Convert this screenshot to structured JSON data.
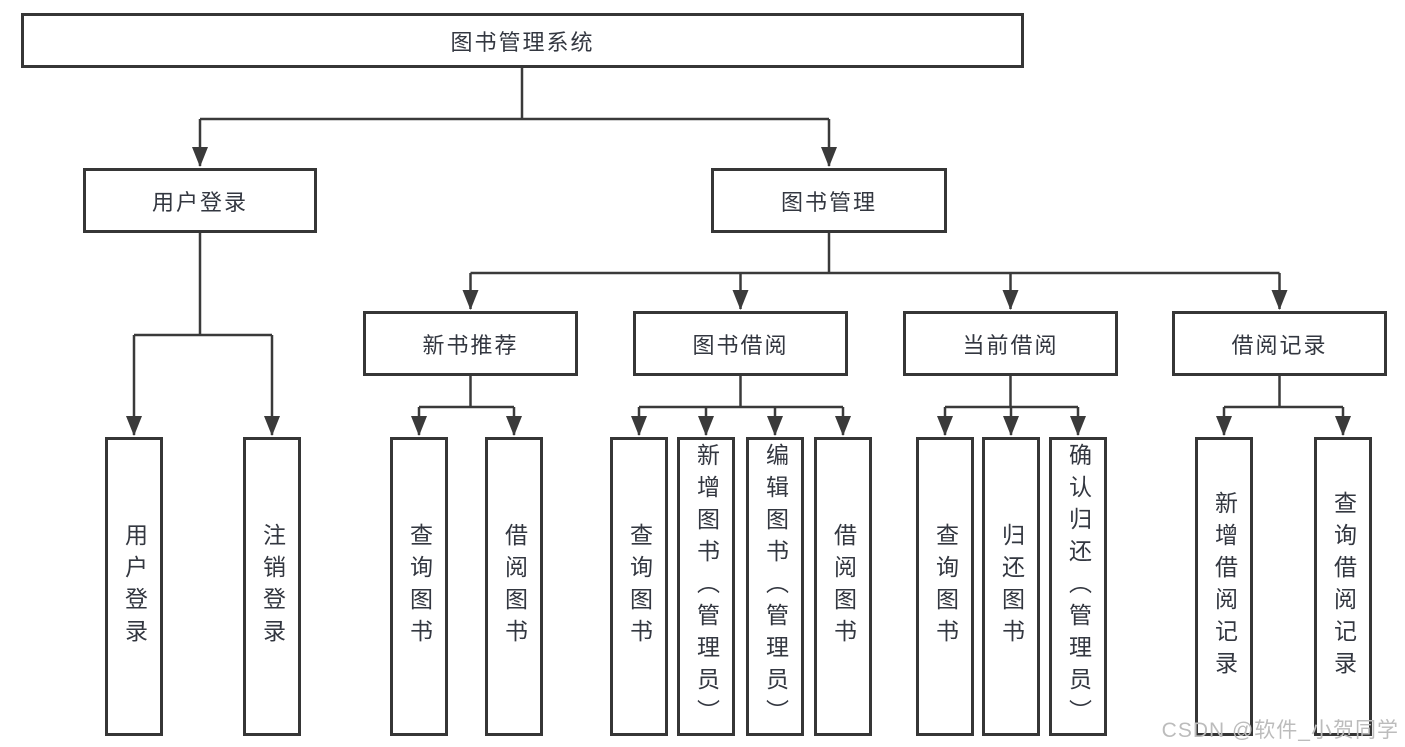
{
  "colors": {
    "line": "#3a3a3a",
    "box_border": "#363636",
    "text": "#333740",
    "watermark": "#bcbcbc",
    "background": "#ffffff"
  },
  "watermark": {
    "text": "CSDN @软件_小贺同学"
  },
  "diagram": {
    "type": "hierarchy-tree",
    "root": {
      "label": "图书管理系统"
    },
    "level2": [
      {
        "label": "用户登录"
      },
      {
        "label": "图书管理"
      }
    ],
    "level3": [
      {
        "parent": "图书管理",
        "label": "新书推荐"
      },
      {
        "parent": "图书管理",
        "label": "图书借阅"
      },
      {
        "parent": "图书管理",
        "label": "当前借阅"
      },
      {
        "parent": "图书管理",
        "label": "借阅记录"
      }
    ],
    "leaves": [
      {
        "parent": "用户登录",
        "label": "用户登录"
      },
      {
        "parent": "用户登录",
        "label": "注销登录"
      },
      {
        "parent": "新书推荐",
        "label": "查询图书"
      },
      {
        "parent": "新书推荐",
        "label": "借阅图书"
      },
      {
        "parent": "图书借阅",
        "label": "查询图书"
      },
      {
        "parent": "图书借阅",
        "label": "新增图书（管理员）"
      },
      {
        "parent": "图书借阅",
        "label": "编辑图书（管理员）"
      },
      {
        "parent": "图书借阅",
        "label": "借阅图书"
      },
      {
        "parent": "当前借阅",
        "label": "查询图书"
      },
      {
        "parent": "当前借阅",
        "label": "归还图书"
      },
      {
        "parent": "当前借阅",
        "label": "确认归还（管理员）"
      },
      {
        "parent": "借阅记录",
        "label": "新增借阅记录"
      },
      {
        "parent": "借阅记录",
        "label": "查询借阅记录"
      }
    ]
  }
}
